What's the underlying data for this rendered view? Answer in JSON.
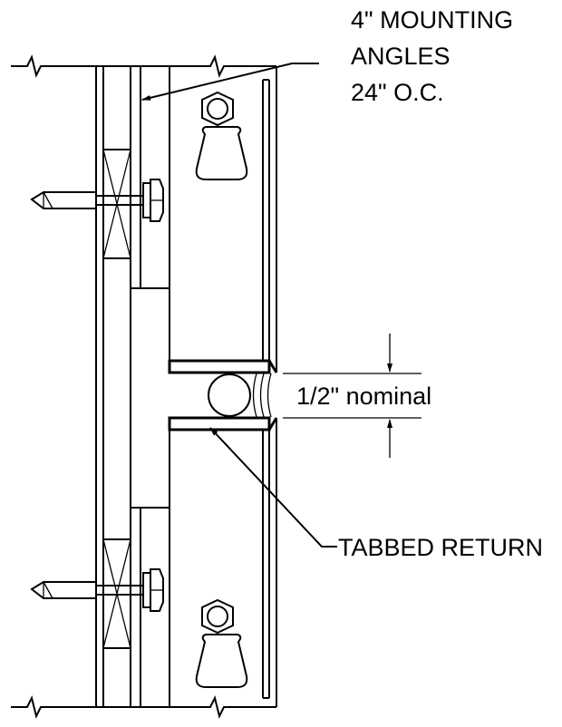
{
  "labels": {
    "mounting_line1": "4\" MOUNTING",
    "mounting_line2": "ANGLES",
    "mounting_line3": "24\" O.C.",
    "joint_dimension": "1/2\" nominal",
    "tabbed_return": "TABBED RETURN"
  },
  "colors": {
    "line": "#000000",
    "background": "#ffffff"
  },
  "icons": [
    "screw-icon",
    "hex-nut-icon",
    "teardrop-slot-icon",
    "backer-rod-icon",
    "arrowhead-icon",
    "break-line-icon"
  ]
}
